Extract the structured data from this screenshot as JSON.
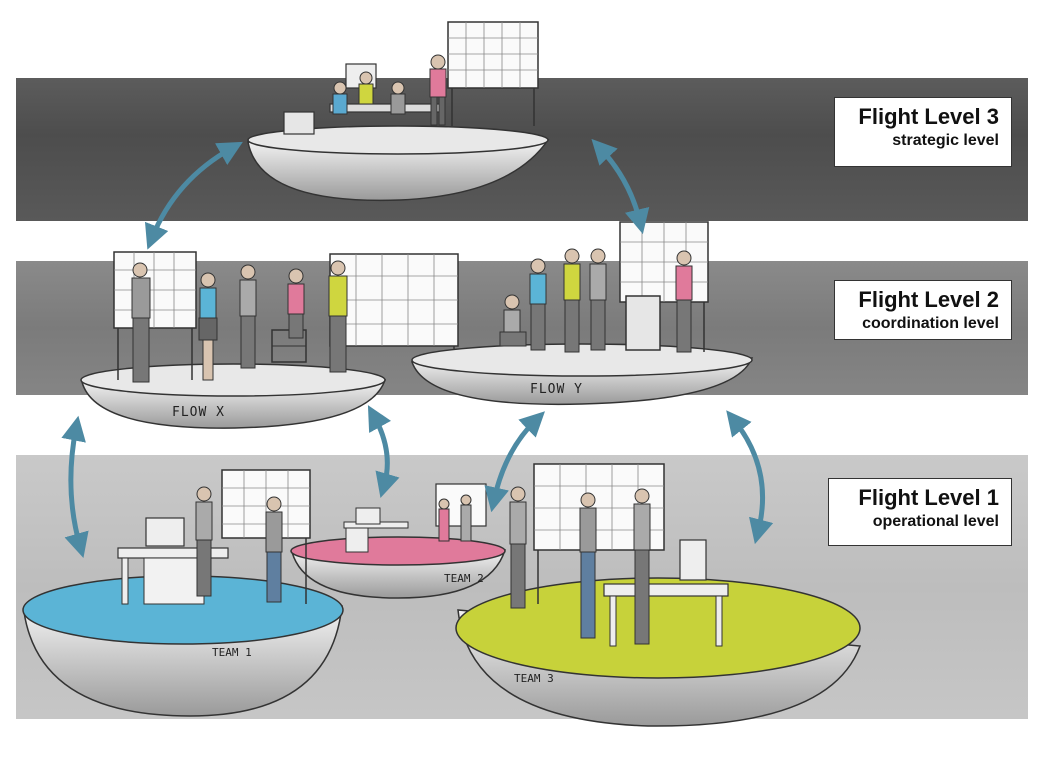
{
  "levels": [
    {
      "title": "Flight Level 3",
      "subtitle": "strategic level"
    },
    {
      "title": "Flight Level 2",
      "subtitle": "coordination level"
    },
    {
      "title": "Flight Level 1",
      "subtitle": "operational level"
    }
  ],
  "flows": {
    "x": "FLOW X",
    "y": "FLOW Y"
  },
  "teams": {
    "t1": "TEAM 1",
    "t2": "TEAM 2",
    "t3": "TEAM 3"
  },
  "colors": {
    "arrow": "#4d8aa3",
    "team1": "#5bb4d6",
    "team2": "#e07a9b",
    "team3": "#c7d23a",
    "band3": "#555555",
    "band2": "#808080",
    "band1": "#c2c2c2"
  }
}
